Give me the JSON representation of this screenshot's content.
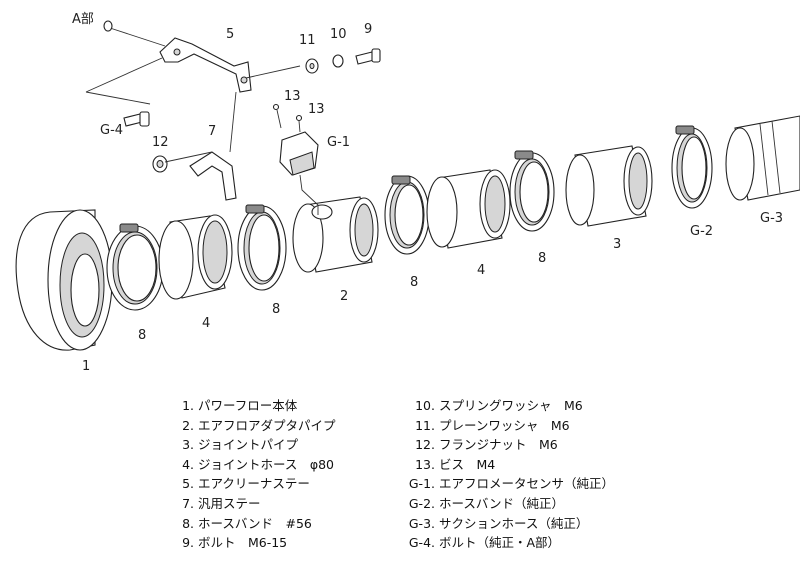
{
  "diagram": {
    "callouts": {
      "a_part": "A部",
      "n5": "5",
      "n11": "11",
      "n10": "10",
      "n9": "9",
      "n13a": "13",
      "n13b": "13",
      "g1": "G-1",
      "g4": "G-4",
      "n12": "12",
      "n7": "7",
      "n1": "1",
      "n8a": "8",
      "n4a": "4",
      "n8b": "8",
      "n2": "2",
      "n8c": "8",
      "n4b": "4",
      "n8d": "8",
      "n3": "3",
      "g2": "G-2",
      "g3": "G-3"
    }
  },
  "legend": {
    "left": [
      {
        "num": "1.",
        "name": "パワーフロー本体"
      },
      {
        "num": "2.",
        "name": "エアフロアダプタパイプ"
      },
      {
        "num": "3.",
        "name": "ジョイントパイプ"
      },
      {
        "num": "4.",
        "name": "ジョイントホース　φ80"
      },
      {
        "num": "5.",
        "name": "エアクリーナステー"
      },
      {
        "num": "7.",
        "name": "汎用ステー"
      },
      {
        "num": "8.",
        "name": "ホースバンド　#56"
      },
      {
        "num": "9.",
        "name": "ボルト　M6-15"
      }
    ],
    "right": [
      {
        "num": "10.",
        "name": "スプリングワッシャ　M6"
      },
      {
        "num": "11.",
        "name": "プレーンワッシャ　M6"
      },
      {
        "num": "12.",
        "name": "フランジナット　M6"
      },
      {
        "num": "13.",
        "name": "ビス　M4"
      },
      {
        "num": "G-1.",
        "name": "エアフロメータセンサ（純正）"
      },
      {
        "num": "G-2.",
        "name": "ホースバンド（純正）"
      },
      {
        "num": "G-3.",
        "name": "サクションホース（純正）"
      },
      {
        "num": "G-4.",
        "name": "ボルト（純正・A部）"
      }
    ]
  }
}
